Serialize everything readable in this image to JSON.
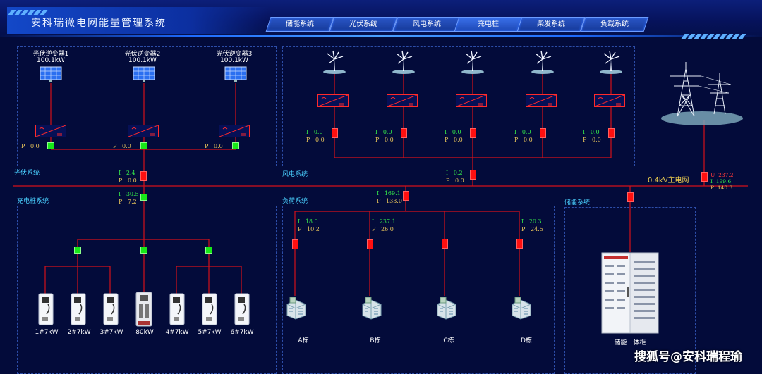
{
  "header": {
    "title": "安科瑞微电网能量管理系统",
    "tabs": [
      {
        "label": "储能系统",
        "active": false
      },
      {
        "label": "光伏系统",
        "active": false
      },
      {
        "label": "风电系统",
        "active": false
      },
      {
        "label": "充电桩",
        "active": true
      },
      {
        "label": "柴发系统",
        "active": false
      },
      {
        "label": "负载系统",
        "active": false
      }
    ]
  },
  "pv": {
    "section_label": "光伏系统",
    "inverters": [
      {
        "name": "光伏逆变器1",
        "power": "100.1kW",
        "p_label": "P",
        "p_value": "0.0"
      },
      {
        "name": "光伏逆变器2",
        "power": "100.1kW",
        "p_label": "P",
        "p_value": "0.0"
      },
      {
        "name": "光伏逆变器3",
        "power": "100.1kW",
        "p_label": "P",
        "p_value": "0.0"
      }
    ],
    "bus_i": "2.4",
    "bus_p": "0.0"
  },
  "wind": {
    "section_label": "风电系统",
    "turbines": [
      {
        "i": "0.0",
        "p": "0.0"
      },
      {
        "i": "0.0",
        "p": "0.0"
      },
      {
        "i": "0.0",
        "p": "0.0"
      },
      {
        "i": "0.0",
        "p": "0.0"
      },
      {
        "i": "0.0",
        "p": "0.0"
      }
    ],
    "bus_i": "0.2",
    "bus_p": "0.0"
  },
  "grid": {
    "label": "0.4kV主电网",
    "u": "237.2",
    "i": "199.6",
    "p": "140.3"
  },
  "charging": {
    "section_label": "充电桩系统",
    "bus_i": "30.5",
    "bus_p": "7.2",
    "piles": [
      "1#7kW",
      "2#7kW",
      "3#7kW",
      "80kW",
      "4#7kW",
      "5#7kW",
      "6#7kW"
    ]
  },
  "load": {
    "section_label": "负荷系统",
    "bus_i": "169.1",
    "bus_p": "133.0",
    "buildings": [
      {
        "name": "A栋",
        "i": "18.0",
        "p": "10.2"
      },
      {
        "name": "B栋",
        "i": "237.1",
        "p": "26.0"
      },
      {
        "name": "C栋",
        "i": "",
        "p": ""
      },
      {
        "name": "D栋",
        "i": "20.3",
        "p": "24.5"
      }
    ]
  },
  "storage": {
    "section_label": "储能系统",
    "cabinet_name": "储能一体柜"
  },
  "symbols": {
    "I": "I",
    "P": "P",
    "U": "U"
  },
  "watermark": "搜狐号@安科瑞程瑜"
}
